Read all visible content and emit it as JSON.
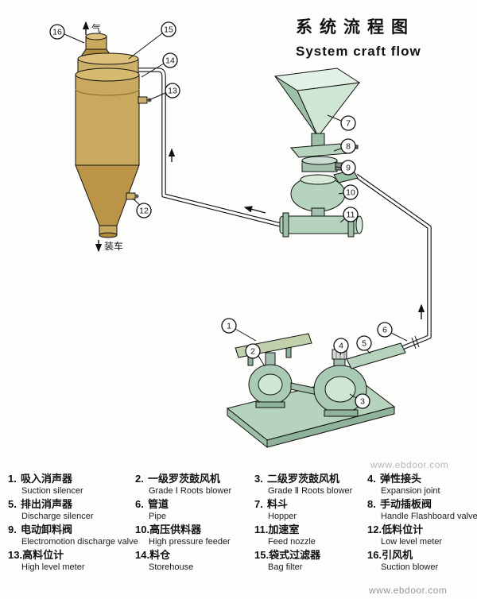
{
  "title": {
    "zh": "系统流程图",
    "en": "System craft flow"
  },
  "watermark": {
    "side": "www.ebdoor.com",
    "bottom": "www.ebdoor.com"
  },
  "diagram": {
    "air_label": "气",
    "truck_label": "装车"
  },
  "colors": {
    "tank": "#c9a85f",
    "tank_dark": "#b08c3e",
    "green_light": "#d6ead9",
    "green_mid": "#b5d3bd",
    "green_dark": "#93bba1",
    "line": "#111111"
  },
  "callouts": [
    "1",
    "2",
    "3",
    "4",
    "5",
    "6",
    "7",
    "8",
    "9",
    "10",
    "11",
    "12",
    "13",
    "14",
    "15",
    "16"
  ],
  "legend": {
    "items": [
      {
        "n": "1.",
        "zh": "吸入消声器",
        "en": "Suction silencer"
      },
      {
        "n": "2.",
        "zh": "一级罗茨鼓风机",
        "en": "Grade Ⅰ Roots blower"
      },
      {
        "n": "3.",
        "zh": "二级罗茨鼓风机",
        "en": "Grade Ⅱ Roots blower"
      },
      {
        "n": "4.",
        "zh": "弹性接头",
        "en": "Expansion joint"
      },
      {
        "n": "5.",
        "zh": "排出消声器",
        "en": "Discharge silencer"
      },
      {
        "n": "6.",
        "zh": "管道",
        "en": "Pipe"
      },
      {
        "n": "7.",
        "zh": "料斗",
        "en": "Hopper"
      },
      {
        "n": "8.",
        "zh": "手动插板阀",
        "en": "Handle Flashboard valve"
      },
      {
        "n": "9.",
        "zh": "电动卸料阀",
        "en": "Electromotion discharge valve"
      },
      {
        "n": "10.",
        "zh": "高压供料器",
        "en": "High pressure feeder"
      },
      {
        "n": "11.",
        "zh": "加速室",
        "en": "Feed nozzle"
      },
      {
        "n": "12.",
        "zh": "低料位计",
        "en": "Low level meter"
      },
      {
        "n": "13.",
        "zh": "高料位计",
        "en": "High level meter"
      },
      {
        "n": "14.",
        "zh": "料仓",
        "en": "Storehouse"
      },
      {
        "n": "15.",
        "zh": "袋式过滤器",
        "en": "Bag filter"
      },
      {
        "n": "16.",
        "zh": "引风机",
        "en": "Suction blower"
      }
    ]
  }
}
